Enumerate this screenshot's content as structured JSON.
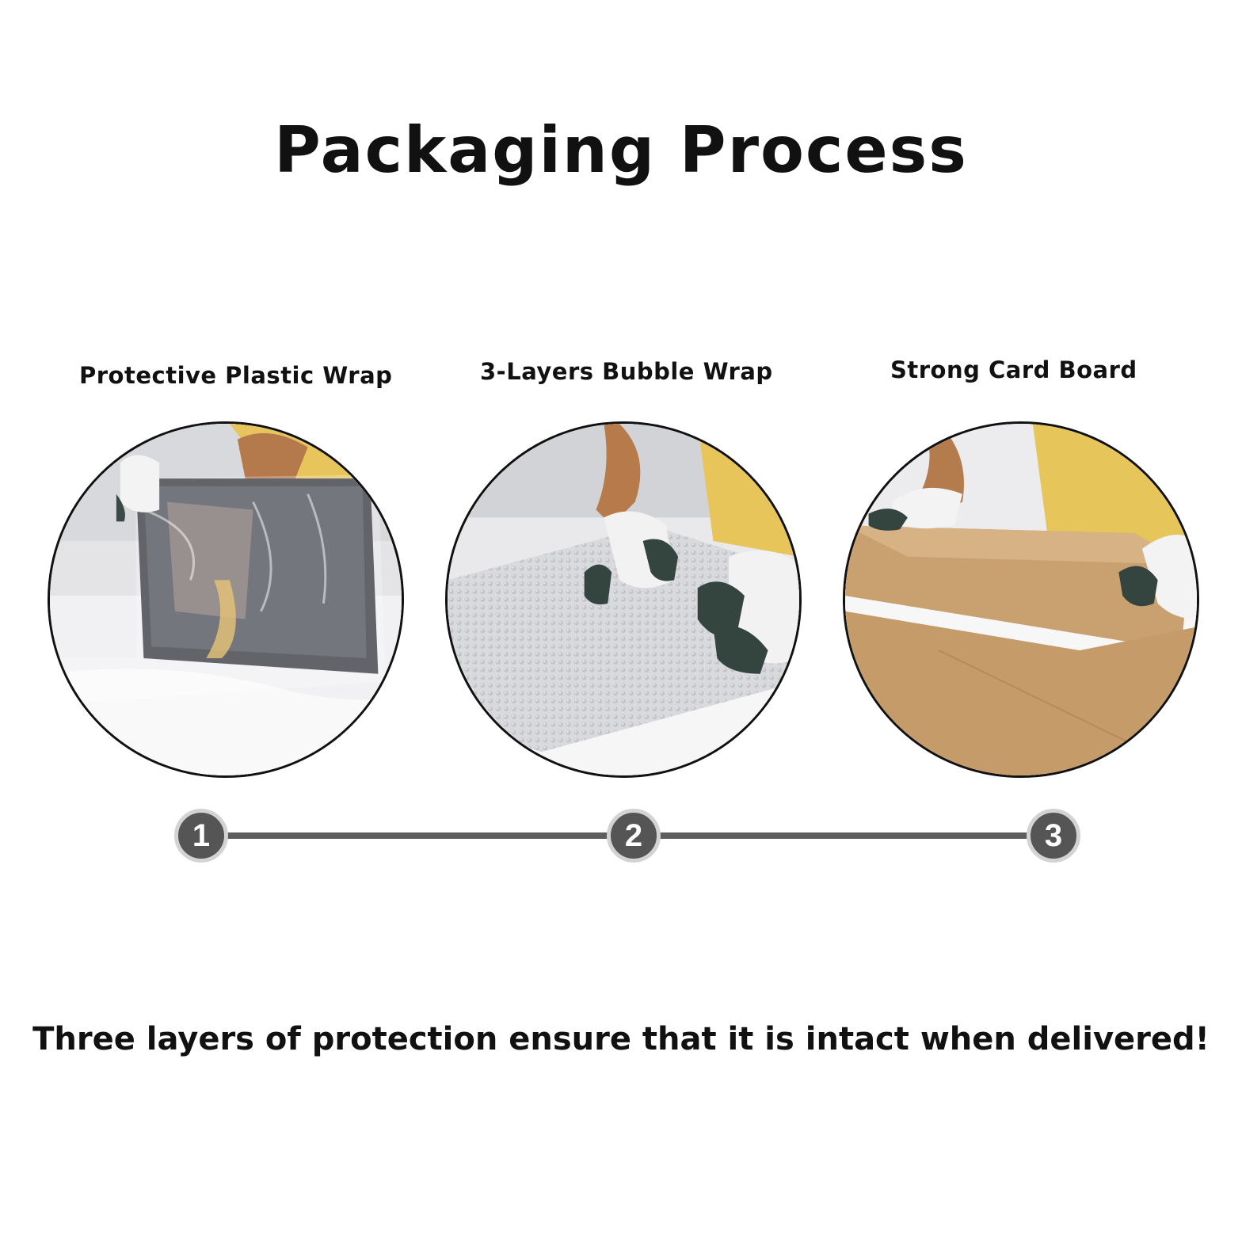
{
  "title": "Packaging Process",
  "steps": [
    {
      "label": "Protective Plastic Wrap",
      "number": "1",
      "photo": "plastic-wrap-photo"
    },
    {
      "label": "3-Layers Bubble Wrap",
      "number": "2",
      "photo": "bubble-wrap-photo"
    },
    {
      "label": "Strong Card Board",
      "number": "3",
      "photo": "cardboard-photo"
    }
  ],
  "tagline": "Three layers of protection ensure that it is intact when delivered!",
  "colors": {
    "marker_fill": "#555555",
    "marker_ring": "#d3d3d3",
    "timeline": "#5e5e5e",
    "cardboard": "#c9a06f",
    "shirt": "#e9c75a"
  }
}
